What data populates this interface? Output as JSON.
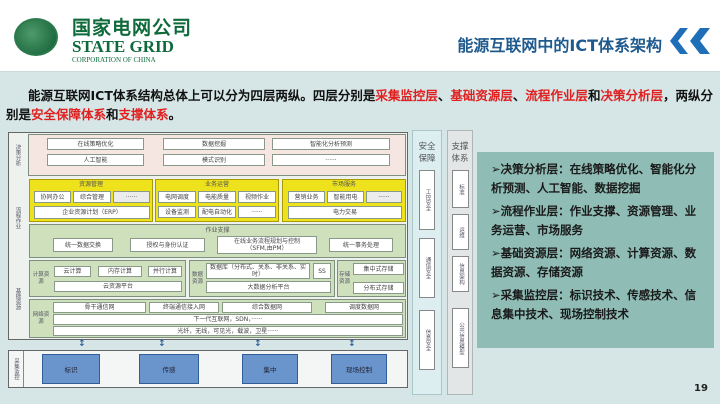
{
  "logo": {
    "cn": "国家电网公司",
    "en": "STATE GRID",
    "sub": "CORPORATION OF CHINA"
  },
  "title": "能源互联网中的ICT体系架构",
  "intro": {
    "p1": "能源互联网ICT体系结构总体上可以分为四层两纵。四层分别是",
    "l1": "采集监控层",
    "s1": "、",
    "l2": "基础资源层",
    "s2": "、",
    "l3": "流程作业层",
    "s3": "和",
    "l4": "决策分析层",
    "p2": "，两纵分别是",
    "v1": "安全保障体系",
    "and": "和",
    "v2": "支撑体系",
    "end": "。"
  },
  "diagram": {
    "layers": [
      "决策分析",
      "流程作业",
      "基础资源",
      "采集监控"
    ],
    "decision": [
      "在线策略优化",
      "人工智能",
      "数据挖掘",
      "模式识别",
      "智能化分析预测",
      "······"
    ],
    "resource_mgmt": {
      "title": "资源管理",
      "items": [
        "协同办公",
        "综合管理",
        "······",
        "企业资源计划（ERP）"
      ]
    },
    "business_ops": {
      "title": "业务运营",
      "items": [
        "电网调度",
        "电能质量",
        "视频作业",
        "设备监测",
        "配电自动化",
        "······"
      ]
    },
    "market": {
      "title": "市场服务",
      "items": [
        "营销业务",
        "智能用电",
        "······",
        "电力交易"
      ]
    },
    "support": {
      "title": "作业支撑",
      "items": [
        "统一数据交换",
        "授权与身份认证",
        "在线业务流程规划与控制",
        "（SFM,由PM）",
        "统一事务处理"
      ]
    },
    "compute": {
      "title": "计算资源",
      "items": [
        "云计算",
        "内存计算",
        "并行计算",
        "云资源平台"
      ]
    },
    "data": {
      "title": "数据资源",
      "items": [
        "数据库（分布式、关系、非关系、实时）",
        "SS",
        "大数据分析平台"
      ]
    },
    "storage": {
      "title": "存储资源",
      "items": [
        "集中式存储",
        "分布式存储"
      ]
    },
    "network": {
      "title": "网络资源",
      "items": [
        "骨干通信网",
        "终端通信接入网",
        "综合数据网",
        "调度数据网",
        "下一代互联网，SDN，······",
        "光纤，无线，可见光，载波，卫星······"
      ]
    },
    "sensing": [
      "标识",
      "传感",
      "集中",
      "现场控制"
    ],
    "security": {
      "title": "安全保障",
      "items": [
        "工控安全",
        "通信安全",
        "信息安全"
      ]
    },
    "supporting": {
      "title": "支撑体系",
      "items": [
        "标准",
        "运维",
        "信息架构",
        "公共信息模型"
      ]
    }
  },
  "panel": [
    {
      "head": "决策分析层：",
      "body": "在线策略优化、智能化分析预测、人工智能、数据挖掘"
    },
    {
      "head": "流程作业层：",
      "body": "作业支撑、资源管理、业务运营、市场服务"
    },
    {
      "head": "基础资源层：",
      "body": "网络资源、计算资源、数据资源、存储资源"
    },
    {
      "head": "采集监控层：",
      "body": "标识技术、传感技术、信息集中技术、现场控制技术"
    }
  ],
  "page_number": "19"
}
